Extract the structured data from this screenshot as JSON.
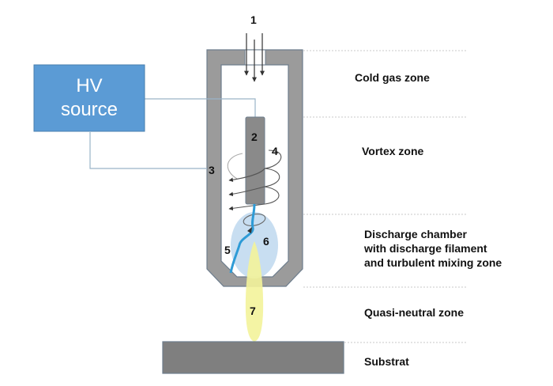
{
  "diagram": {
    "title": "Plasma jet nozzle zones",
    "power_supply": {
      "line1": "HV",
      "line2": "source"
    },
    "component_numbers": [
      "1",
      "2",
      "3",
      "4",
      "5",
      "6",
      "7"
    ],
    "zones": [
      {
        "id": "cold-gas",
        "label": "Cold gas zone"
      },
      {
        "id": "vortex",
        "label": "Vortex zone"
      },
      {
        "id": "discharge",
        "label": "Discharge chamber\nwith discharge filament\nand turbulent mixing zone"
      },
      {
        "id": "quasi-neutral",
        "label": "Quasi-neutral zone"
      },
      {
        "id": "substrate",
        "label": "Substrat"
      }
    ],
    "colors": {
      "hv_box": "#5b9bd5",
      "nozzle": "#999999",
      "electrode": "#808080",
      "filament": "#2e9bd6",
      "mixing_zone": "#c5dcf0",
      "plasma_jet": "#f3f39a",
      "substrate": "#7f7f7f"
    }
  }
}
